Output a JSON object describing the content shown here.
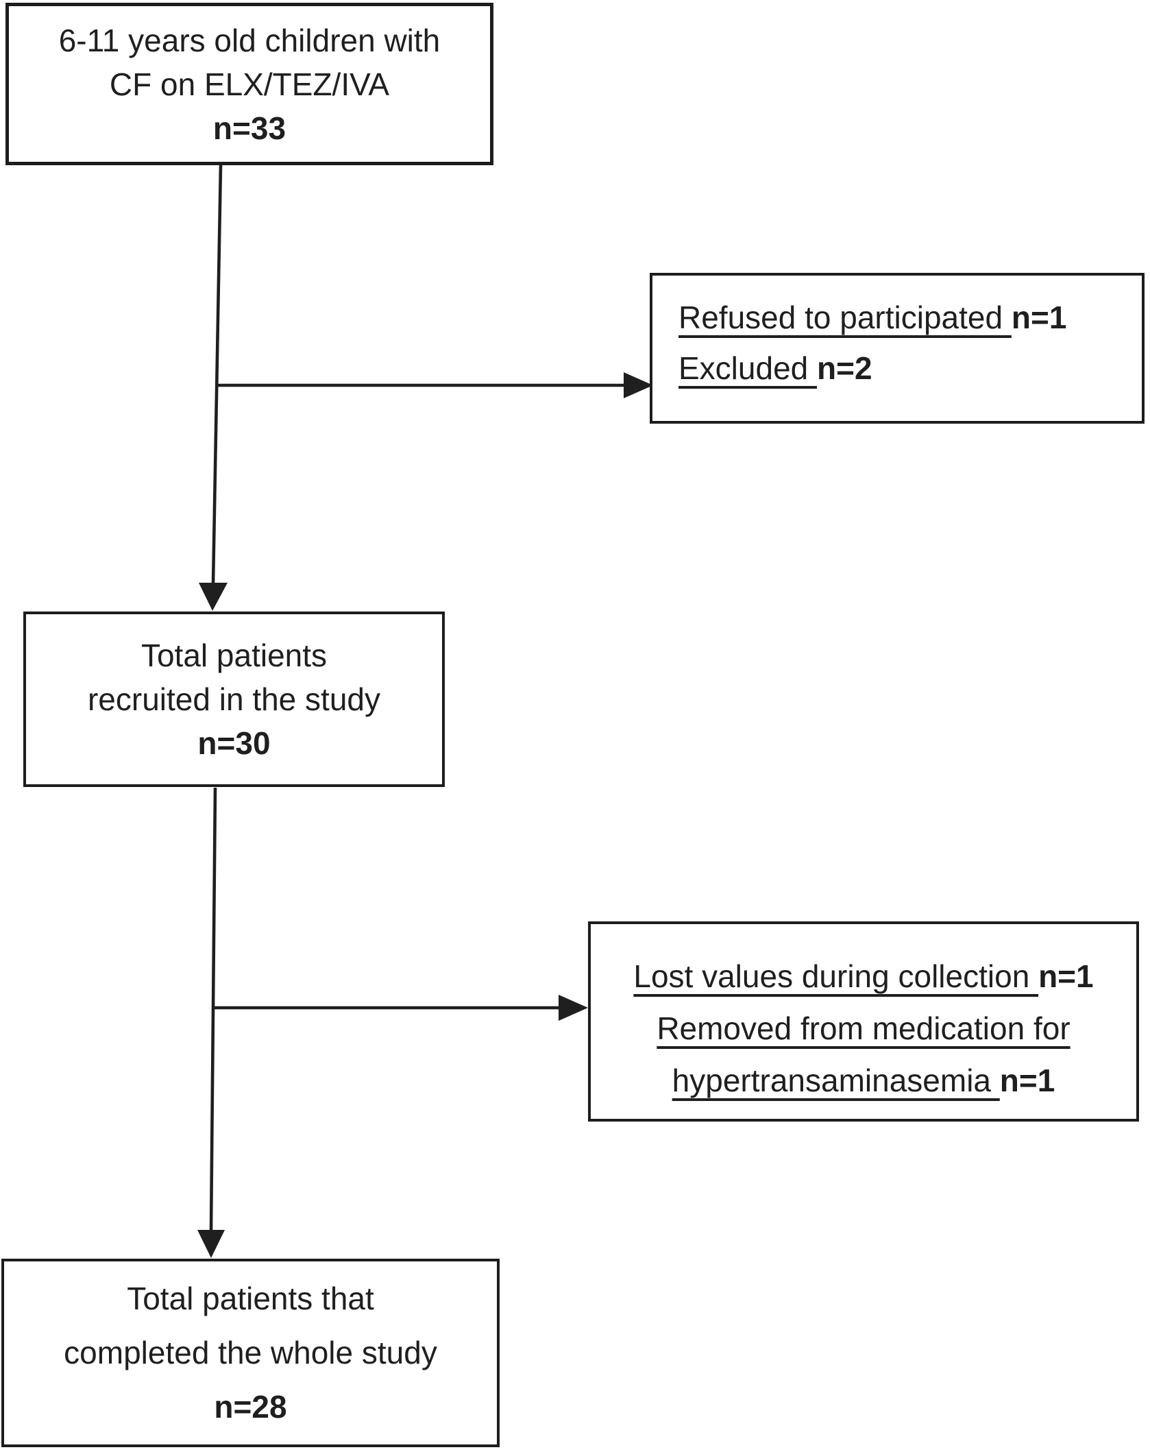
{
  "colors": {
    "ink": "#1f1f1f",
    "background": "#ffffff"
  },
  "boxes": {
    "eligible": {
      "line1": "6-11 years old children with",
      "line2": "CF on ELX/TEZ/IVA",
      "n": "n=33"
    },
    "refused": {
      "item1_label": "Refused to participated ",
      "item1_n": "n=1",
      "item2_label": "Excluded ",
      "item2_n": "n=2"
    },
    "recruited": {
      "line1": "Total patients",
      "line2": "recruited in the study",
      "n": "n=30"
    },
    "withdrawn": {
      "item1_label": "Lost values during collection ",
      "item1_n": "n=1",
      "item2_label_line1": "Removed from medication for",
      "item2_label_line2": "hypertransaminasemia ",
      "item2_n": "n=1"
    },
    "completed": {
      "line1": "Total patients that",
      "line2": "completed the whole study",
      "n": "n=28"
    }
  }
}
